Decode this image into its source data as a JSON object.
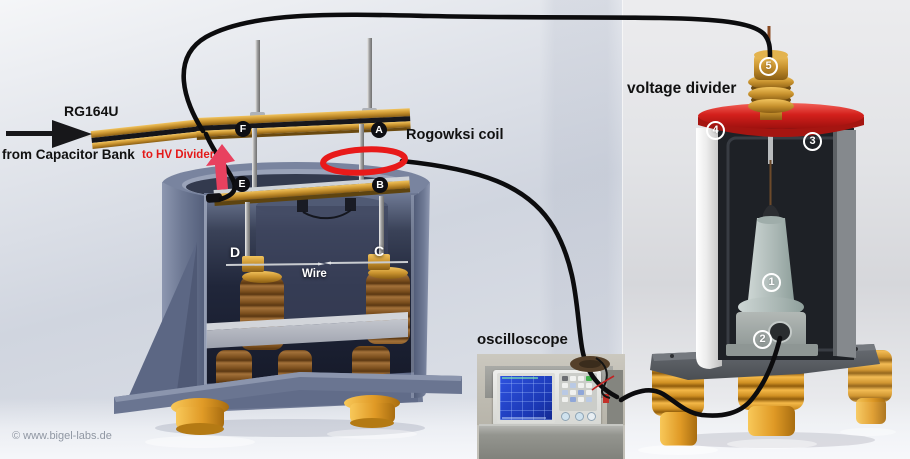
{
  "annotations": {
    "rg164u": "RG164U",
    "from_capacitor_bank": "from Capacitor Bank",
    "to_hv_divider": "to HV Divider",
    "rogowski_coil": "Rogowksi coil",
    "oscilloscope": "oscilloscope",
    "voltage_divider": "voltage divider",
    "wire": "Wire"
  },
  "busbar_terminals": [
    {
      "label": "F"
    },
    {
      "label": "A"
    },
    {
      "label": "E"
    },
    {
      "label": "B"
    },
    {
      "label": "D"
    },
    {
      "label": "C"
    }
  ],
  "divider_parts": [
    {
      "label": "1"
    },
    {
      "label": "2"
    },
    {
      "label": "3"
    },
    {
      "label": "4"
    },
    {
      "label": "5"
    }
  ],
  "watermark": "© www.bigel-labs.de",
  "colors": {
    "annotation_red": "#e41818",
    "rogowski_ring_red": "#e81a1a",
    "divider_cap_red": "#d3201c",
    "brass_gold": "#c8922e",
    "insulator_gold": "#e8a12c",
    "vessel_blue_gray": "#6e7994",
    "scope_screen_blue": "#2447cc",
    "cable_black": "#0c0c0e"
  }
}
